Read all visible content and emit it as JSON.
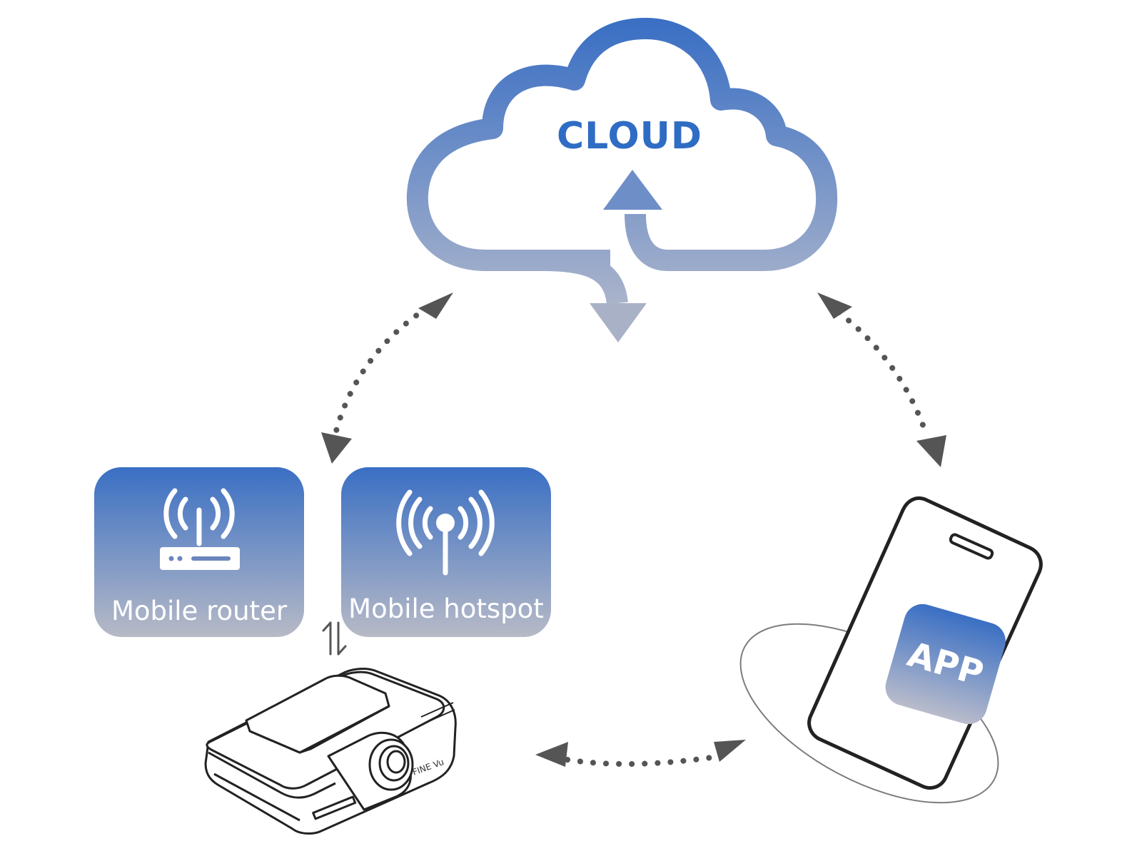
{
  "diagram": {
    "cloud_label": "CLOUD",
    "nodes": [
      {
        "id": "router",
        "label": "Mobile router",
        "icon": "router-icon"
      },
      {
        "id": "hotspot",
        "label": "Mobile hotspot",
        "icon": "hotspot-antenna-icon"
      },
      {
        "id": "dashcam",
        "icon": "dashcam-icon",
        "brand": "FINE Vu"
      },
      {
        "id": "phone",
        "icon": "smartphone-icon",
        "app_label": "APP"
      }
    ],
    "connections": [
      {
        "from": "cloud",
        "to": "router",
        "style": "dotted-bidirectional"
      },
      {
        "from": "cloud",
        "to": "phone",
        "style": "dotted-bidirectional"
      },
      {
        "from": "dashcam",
        "to": "phone",
        "style": "dotted-bidirectional"
      },
      {
        "from": "router",
        "to": "dashcam",
        "style": "solid-bidirectional"
      }
    ],
    "colors": {
      "accent_blue": "#2f6cc4",
      "gradient_end": "#b5b9c6",
      "arrow_dark": "#555555",
      "line_dark": "#222222"
    }
  }
}
